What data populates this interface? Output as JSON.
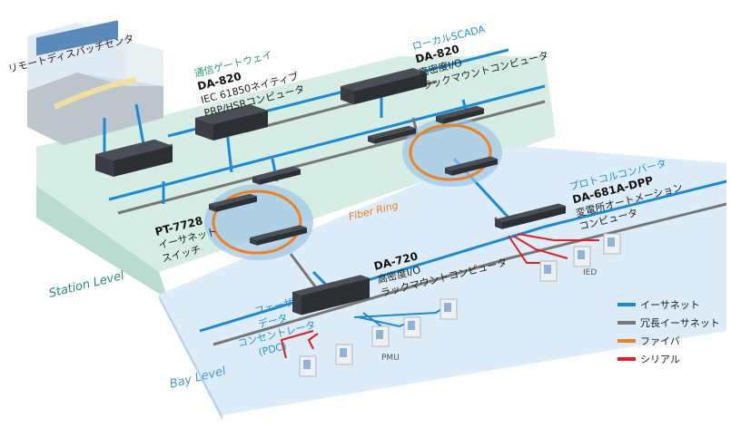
{
  "colors": {
    "ethernet": "#1a8ad8",
    "redundant": "#777777",
    "fiber": "#f08020",
    "serial": "#e02020",
    "station_plane": "#d6ede4",
    "bay_plane": "#dcecf8"
  },
  "labels": {
    "dispatch_center": "リモートディスパッチセンタ",
    "gateway": {
      "category": "通信ゲートウェイ",
      "model": "DA-820",
      "line1": "IEC 61850ネイティブ",
      "line2": "PRP/HSRコンピュータ"
    },
    "scada": {
      "category": "ローカルSCADA",
      "model": "DA-820",
      "line1": "高密度I/O",
      "line2": "ラックマウントコンピュータ"
    },
    "switch": {
      "model": "PT-7728",
      "line1": "イーサネット",
      "line2": "スイッチ"
    },
    "fiber_ring": "Fiber Ring",
    "protocol": {
      "category": "プロトコルコンバータ",
      "model": "DA-681A-DPP",
      "line1": "変電所オートメーション",
      "line2": "コンピュータ"
    },
    "da720": {
      "model": "DA-720",
      "line1": "高密度I/O",
      "line2": "ラックマウントコンピュータ"
    },
    "pdc": {
      "line1": "フェーザ",
      "line2": "データ",
      "line3": "コンセントレータ",
      "line4": "(PDC)"
    },
    "pmu": "PMU",
    "ied": "IED",
    "station_level": "Station Level",
    "bay_level": "Bay Level"
  },
  "legend": [
    {
      "label": "イーサネット",
      "color": "#1a8ad8"
    },
    {
      "label": "冗長イーサネット",
      "color": "#777777"
    },
    {
      "label": "ファイバ",
      "color": "#f08020"
    },
    {
      "label": "シリアル",
      "color": "#e02020"
    }
  ]
}
